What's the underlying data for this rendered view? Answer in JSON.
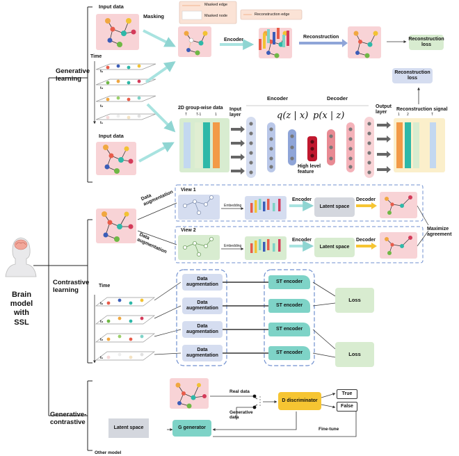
{
  "colors": {
    "pink_bg": "#f8d3d6",
    "green_bg": "#d8ecd0",
    "blue_box": "#d5ddf0",
    "teal": "#7ed3c7",
    "gray_box": "#d4d7de",
    "yellow": "#f6c532",
    "arrow_cyan": "#a8e3e0",
    "arrow_blue": "#8fa5d8",
    "dash_blue": "#6f8fcf"
  },
  "root": {
    "title": "Brain model with SSL"
  },
  "generative": {
    "section_label": "Generative learning",
    "input_data_top": "Input data",
    "masking": "Masking",
    "legend_masked_edge": "Masked edge",
    "legend_masked_node": "Masked node",
    "legend_recon_edge": "Reconstruction edge",
    "encoder": "Encoder",
    "reconstruction": "Reconstruction",
    "recon_loss_1": "Reconstruction loss",
    "recon_loss_2": "Reconstruction loss",
    "time": "Time",
    "time_ticks": [
      "tₙ",
      "t₃",
      "t₂",
      "t₁"
    ],
    "input_data_bottom": "Input data",
    "groupwise": "2D group-wise data",
    "groupwise_ticks": [
      "T",
      "T-1",
      "1"
    ],
    "input_layer": "Input layer",
    "vae_encoder": "Encoder",
    "vae_decoder": "Decoder",
    "q_formula": "q(z | x)",
    "p_formula": "p(x | z)",
    "high_level": "High level feature",
    "output_layer": "Output layer",
    "recon_signal": "Reconstruction signal",
    "recon_signal_ticks": [
      "1",
      "2",
      "T"
    ]
  },
  "contrastive": {
    "section_label": "Contrastive learning",
    "data_aug_1": "Data augmentation",
    "data_aug_2": "Data augmentation",
    "view1": "View 1",
    "view2": "View 2",
    "embedding_1": "Embedding",
    "embedding_2": "Embedding",
    "encoder_1": "Encoder",
    "encoder_2": "Encoder",
    "latent_1": "Latent space",
    "latent_2": "Latent space",
    "decoder_1": "Decoder",
    "decoder_2": "Decoder",
    "maximize": "Maximize agreement",
    "time": "Time",
    "time_ticks": [
      "tₙ",
      "t₃",
      "t₂",
      "t₁"
    ],
    "aug_boxes": [
      "Data augmentation",
      "Data augmentation",
      "Data augmentation",
      "Data augmentation"
    ],
    "st_boxes": [
      "ST encoder",
      "ST encoder",
      "ST encoder",
      "ST encoder"
    ],
    "loss_1": "Loss",
    "loss_2": "Loss"
  },
  "gencon": {
    "section_label": "Generative-contrastive",
    "real_data": "Real data",
    "generative_data": "Generative data",
    "discriminator": "D discriminator",
    "true": "True",
    "false": "False",
    "latent": "Latent space",
    "generator": "G generator",
    "finetune": "Fine-tune"
  },
  "other": {
    "section_label": "Other model"
  }
}
